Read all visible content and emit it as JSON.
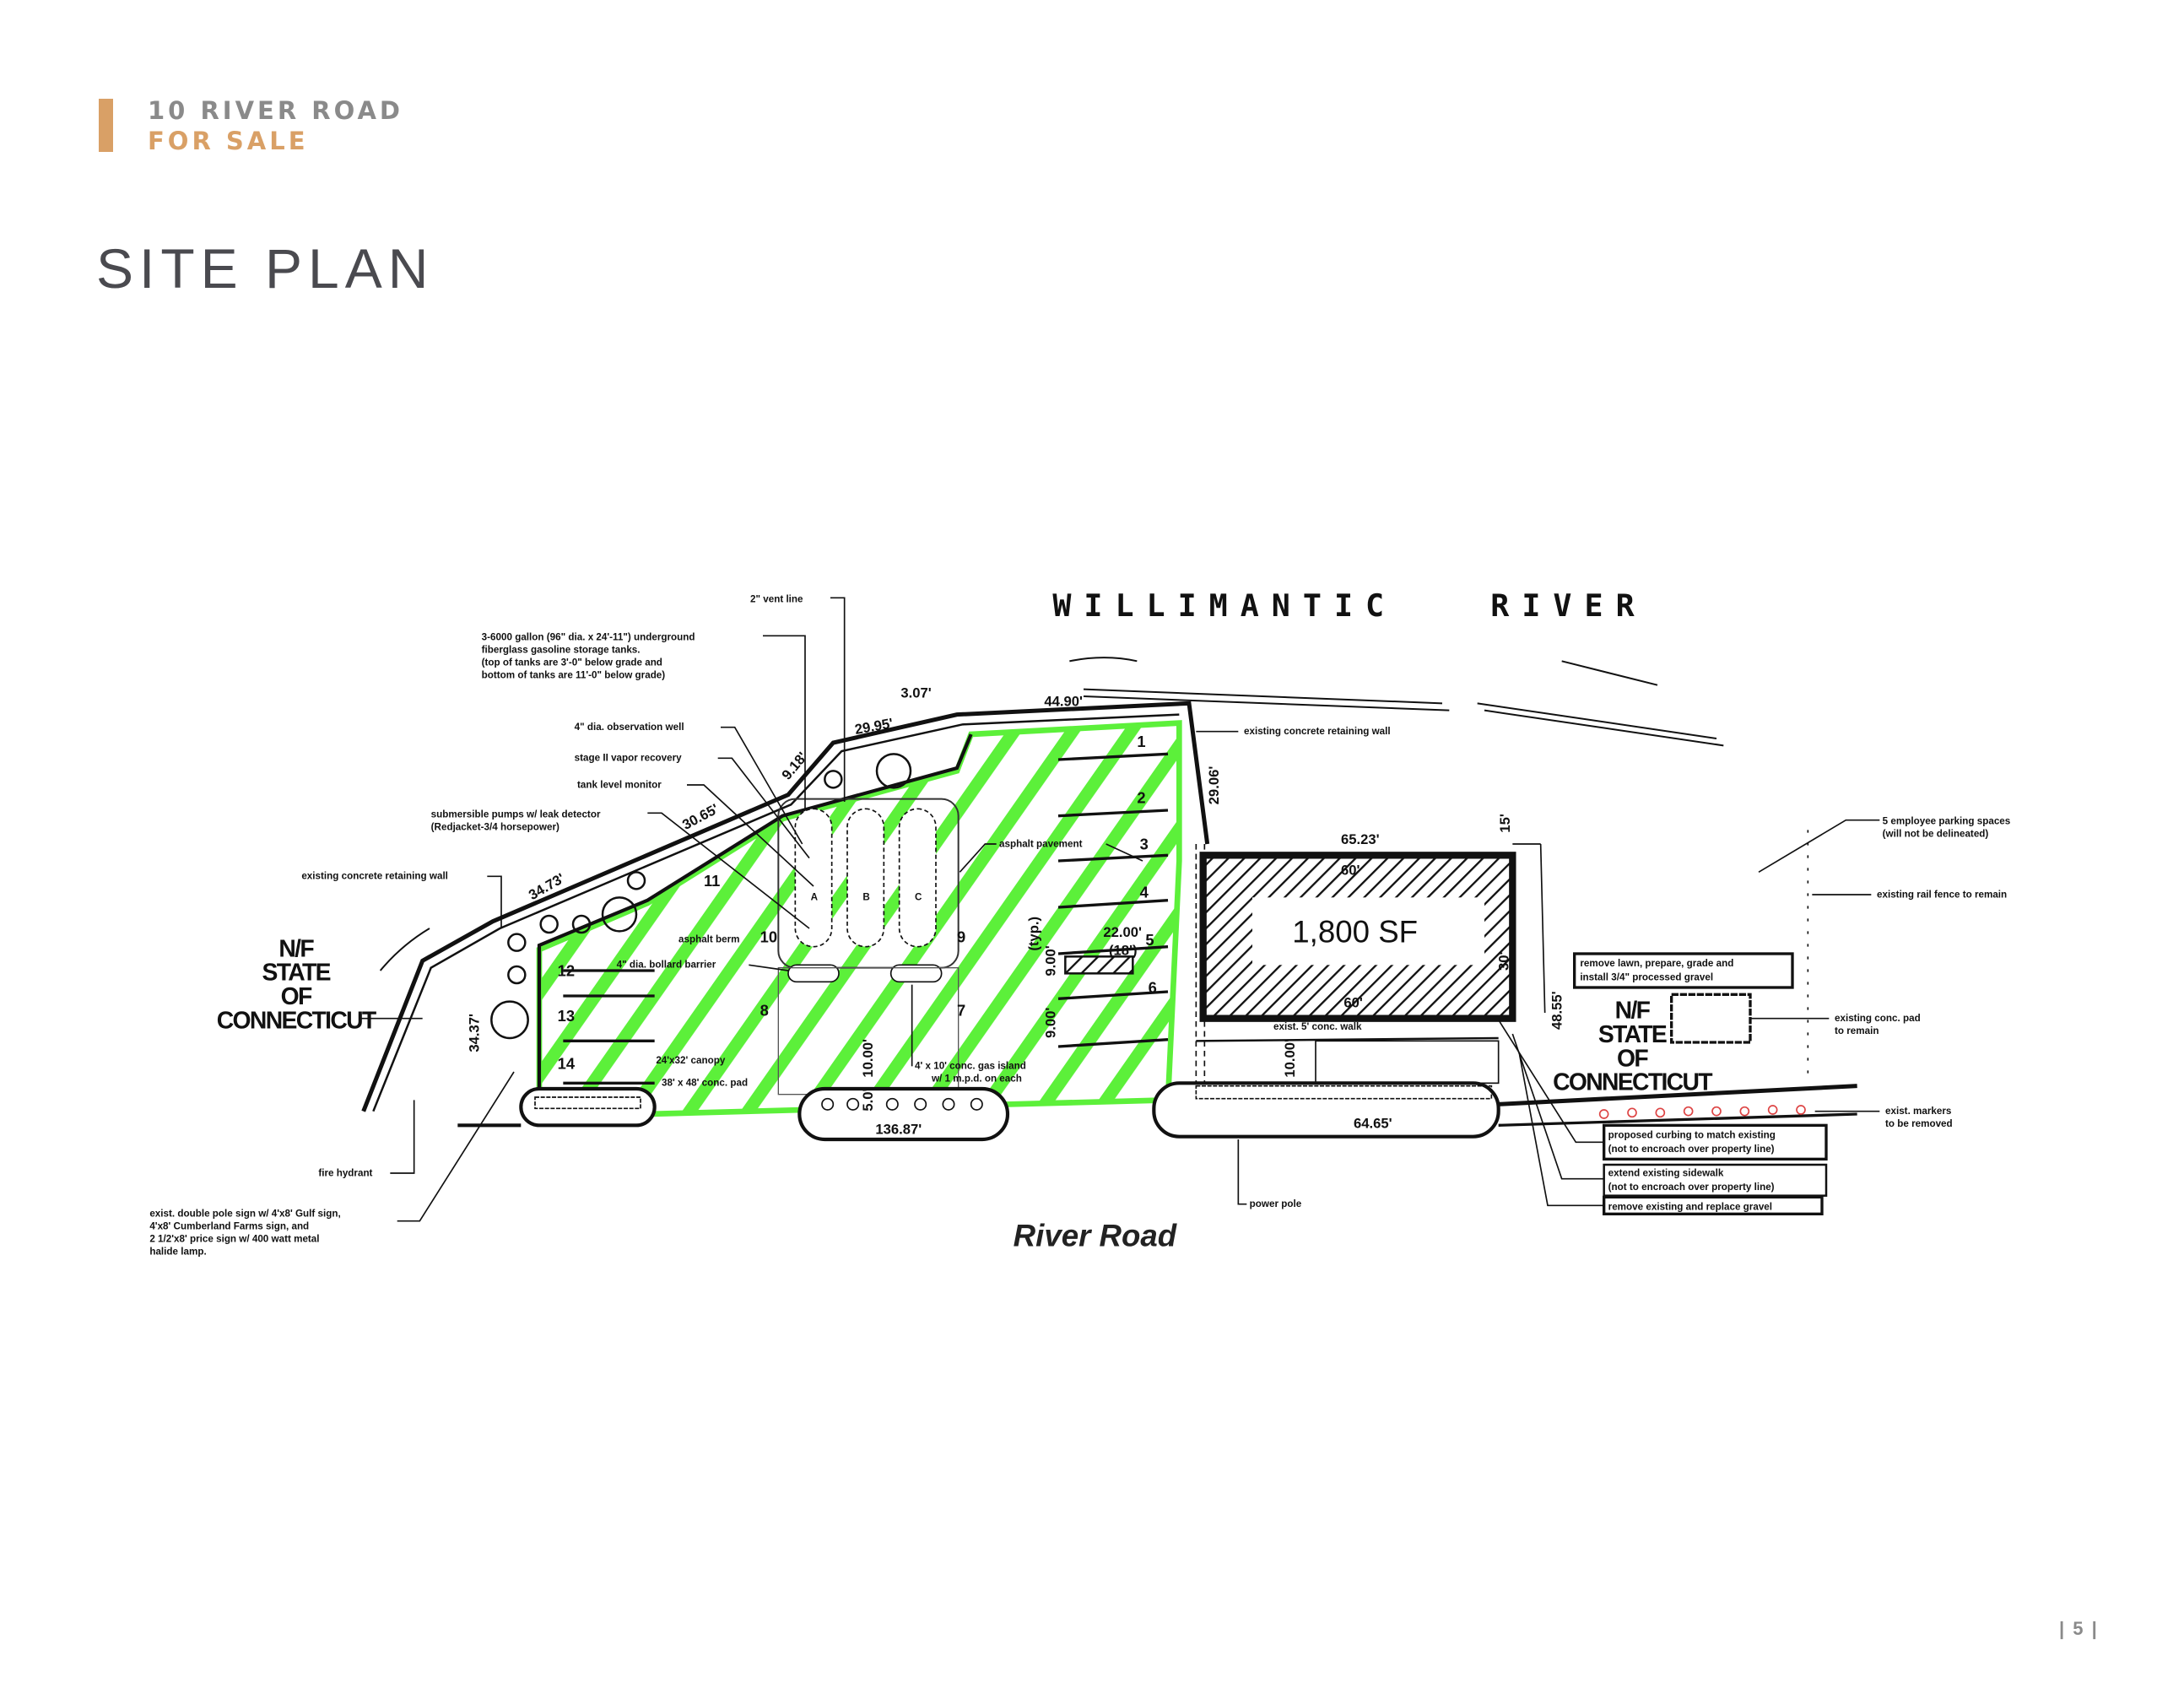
{
  "header": {
    "address": "10 RIVER ROAD",
    "status": "FOR SALE",
    "title": "SITE PLAN",
    "page_number": "| 5 |"
  },
  "colors": {
    "accent": "#d9a066",
    "header_gray": "#8a8a8a",
    "green_area": "#5cf03a"
  },
  "plan": {
    "river_label": "WILLIMANTIC   RIVER",
    "road_label": "River Road",
    "building_area": "1,800 SF",
    "neighbor_left": [
      "N/F",
      "STATE",
      "OF",
      "CONNECTICUT"
    ],
    "neighbor_right": [
      "N/F",
      "STATE",
      "OF",
      "CONNECTICUT"
    ],
    "dimensions": {
      "d_3_07": "3.07'",
      "d_44_90": "44.90'",
      "d_29_95": "29.95'",
      "d_30_65": "30.65'",
      "d_34_73": "34.73'",
      "d_9_18": "9.18'",
      "d_29_06": "29.06'",
      "d_65_23": "65.23'",
      "d_60_top": "60'",
      "d_60_bot": "60'",
      "d_30_right": "30'",
      "d_34_37": "34.37'",
      "d_136_87": "136.87'",
      "d_64_65": "64.65'",
      "d_22_00": "22.00'",
      "typ": "(typ.)",
      "d_10_00a": "10.00'",
      "d_10_00b": "10.00'",
      "d_5_0": "5.0'",
      "d_9_00a": "9.00'",
      "d_9_00b": "9.00'",
      "d_18_00": "(18')",
      "d_48_right": "48.55'",
      "d_15": "15'"
    },
    "parking_numbers": [
      "1",
      "2",
      "3",
      "4",
      "5",
      "6",
      "7",
      "8",
      "9",
      "10",
      "11",
      "12",
      "13",
      "14"
    ],
    "tank_labels": [
      "A",
      "B",
      "C"
    ],
    "annotations": {
      "vent_line": "2\" vent line",
      "tanks": [
        "3-6000 gallon (96\" dia. x 24'-11\") underground",
        "fiberglass gasoline storage tanks.",
        "(top of tanks are 3'-0\" below grade and",
        "bottom of tanks are 11'-0\" below grade)"
      ],
      "observation_well": "4\" dia. observation well",
      "vapor_recovery": "stage II vapor recovery",
      "tank_monitor": "tank level monitor",
      "pumps": [
        "submersible pumps w/ leak detector",
        "(Redjacket-3/4 horsepower)"
      ],
      "retaining_wall_left": "existing concrete retaining wall",
      "retaining_wall_right": "existing concrete retaining wall",
      "asphalt_berm": "asphalt berm",
      "bollard": "4\" dia. bollard barrier",
      "canopy": "24'x32' canopy",
      "conc_pad": "38' x 48' conc. pad",
      "gas_island": [
        "4' x 10' conc. gas island",
        "w/ 1 m.p.d. on each"
      ],
      "asphalt_pavement": "asphalt pavement",
      "fire_hydrant": "fire hydrant",
      "sign": [
        "exist. double pole sign w/ 4'x8' Gulf sign,",
        "4'x8' Cumberland Farms sign, and",
        "2 1/2'x8' price sign w/ 400 watt metal",
        "halide lamp."
      ],
      "power_pole": "power pole",
      "employee_parking": [
        "5 employee parking spaces",
        "(will not be delineated)"
      ],
      "rail_fence": "existing rail fence to remain",
      "remove_lawn": [
        "remove lawn, prepare, grade and",
        "install 3/4\" processed gravel"
      ],
      "conc_pad_remain": [
        "existing conc. pad",
        "to remain"
      ],
      "markers": [
        "exist. markers",
        "to be removed"
      ],
      "proposed_curbing": [
        "proposed curbing to match existing",
        "(not to encroach over property line)"
      ],
      "extend_sidewalk": [
        "extend existing sidewalk",
        "(not to encroach over property line)"
      ],
      "remove_gravel": "remove existing and replace gravel",
      "conc_walk": "exist. 5' conc. walk"
    }
  }
}
